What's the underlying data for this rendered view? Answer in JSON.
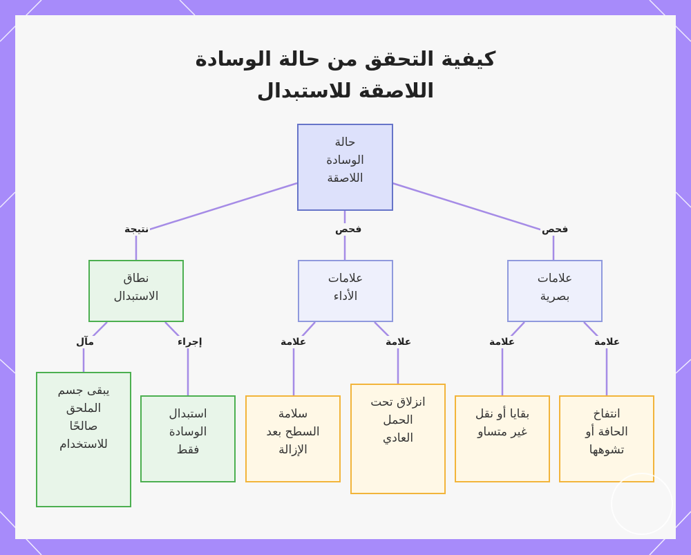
{
  "title": {
    "line1": "كيفية التحقق من حالة الوسادة",
    "line2": "اللاصقة للاستبدال"
  },
  "nodes": {
    "root": "حالة\nالوسادة\nاللاصقة",
    "scope": "نطاق\nالاستبدال",
    "performance": "علامات\nالأداء",
    "visual": "علامات\nبصرية",
    "body_usable": "يبقى جسم\nالملحق\nصالحًا\nللاستخدام",
    "replace_pad": "استبدال\nالوسادة\nفقط",
    "surface_safe": "سلامة\nالسطح بعد\nالإزالة",
    "slip": "انزلاق تحت\nالحمل\nالعادي",
    "residue": "بقايا أو نقل\nغير متساو",
    "edge_swelling": "انتفاخ\nالحافة أو\nتشوهها"
  },
  "edge_labels": {
    "result": "نتيجة",
    "check_perf": "فحص",
    "check_visual": "فحص",
    "outcome": "مآل",
    "action": "إجراء",
    "sign_surface": "علامة",
    "sign_slip": "علامة",
    "sign_residue": "علامة",
    "sign_edge": "علامة"
  },
  "colors": {
    "border_frame": "#a78bfa",
    "edge": "#a58be6",
    "root_fill": "#dde1fb",
    "green_fill": "#e8f5e9",
    "yellow_fill": "#fff8e6"
  }
}
